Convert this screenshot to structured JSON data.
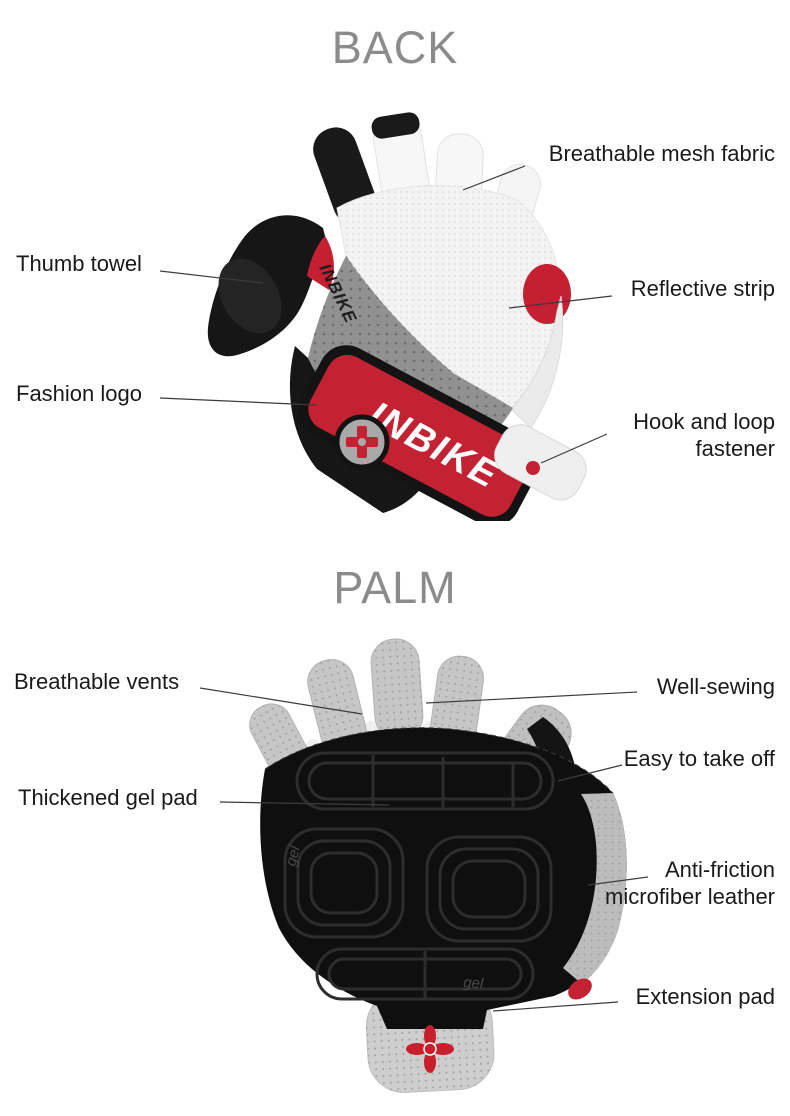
{
  "back_section": {
    "title": "BACK",
    "labels": {
      "mesh_fabric": "Breathable mesh fabric",
      "thumb_towel": "Thumb towel",
      "reflective_strip": "Reflective strip",
      "fashion_logo": "Fashion logo",
      "hook_loop_fastener": "Hook and loop fastener"
    }
  },
  "palm_section": {
    "title": "PALM",
    "labels": {
      "breathable_vents": "Breathable vents",
      "well_sewing": "Well-sewing",
      "easy_take_off": "Easy to take off",
      "thickened_gel_pad": "Thickened gel pad",
      "anti_friction": "Anti-friction microfiber leather",
      "extension_pad": "Extension pad"
    }
  },
  "glove": {
    "brand": "INBIKE",
    "gel_label": "gel",
    "colors": {
      "accent_red": "#c42031",
      "black": "#141414",
      "panel_gray": "#919191",
      "mesh_white": "#f3f3f3",
      "suede_gray": "#c6c6c6"
    }
  }
}
